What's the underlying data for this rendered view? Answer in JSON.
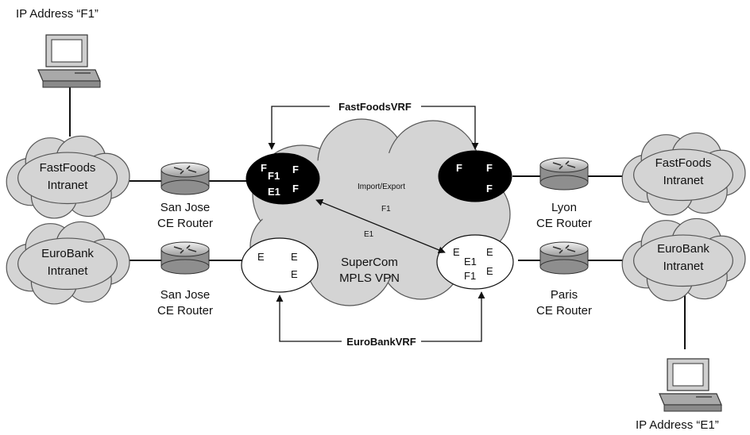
{
  "pcs": {
    "left": {
      "address_label": "IP Address “F1”"
    },
    "right": {
      "address_label": "IP Address “E1”"
    }
  },
  "clouds": {
    "fastfoods_left": {
      "line1": "FastFoods",
      "line2": "Intranet"
    },
    "eurobank_left": {
      "line1": "EuroBank",
      "line2": "Intranet"
    },
    "fastfoods_right": {
      "line1": "FastFoods",
      "line2": "Intranet"
    },
    "eurobank_right": {
      "line1": "EuroBank",
      "line2": "Intranet"
    },
    "core": {
      "line1": "SuperCom",
      "line2": "MPLS VPN"
    }
  },
  "routers": {
    "sanjose_top": {
      "line1": "San Jose",
      "line2": "CE Router"
    },
    "sanjose_bottom": {
      "line1": "San Jose",
      "line2": "CE Router"
    },
    "lyon": {
      "line1": "Lyon",
      "line2": "CE Router"
    },
    "paris": {
      "line1": "Paris",
      "line2": "CE Router"
    }
  },
  "vrf_labels": {
    "fastfoods": "FastFoodsVRF",
    "eurobank": "EuroBankVRF"
  },
  "route_labels": {
    "import_export": "Import/Export",
    "f1": "F1",
    "e1": "E1"
  },
  "vrf_tables": {
    "fastfoods_left": [
      "F",
      "F",
      "F1",
      "E1",
      "F"
    ],
    "fastfoods_right": [
      "F",
      "F",
      "F"
    ],
    "eurobank_left": [
      "E",
      "E",
      "E"
    ],
    "eurobank_right": [
      "E",
      "E",
      "E1",
      "F1",
      "E"
    ]
  },
  "colors": {
    "cloud_fill": "#d4d4d4",
    "vrf_black": "#000000",
    "vrf_white": "#ffffff",
    "router_body": "#c8c8c8",
    "line": "#111111"
  }
}
